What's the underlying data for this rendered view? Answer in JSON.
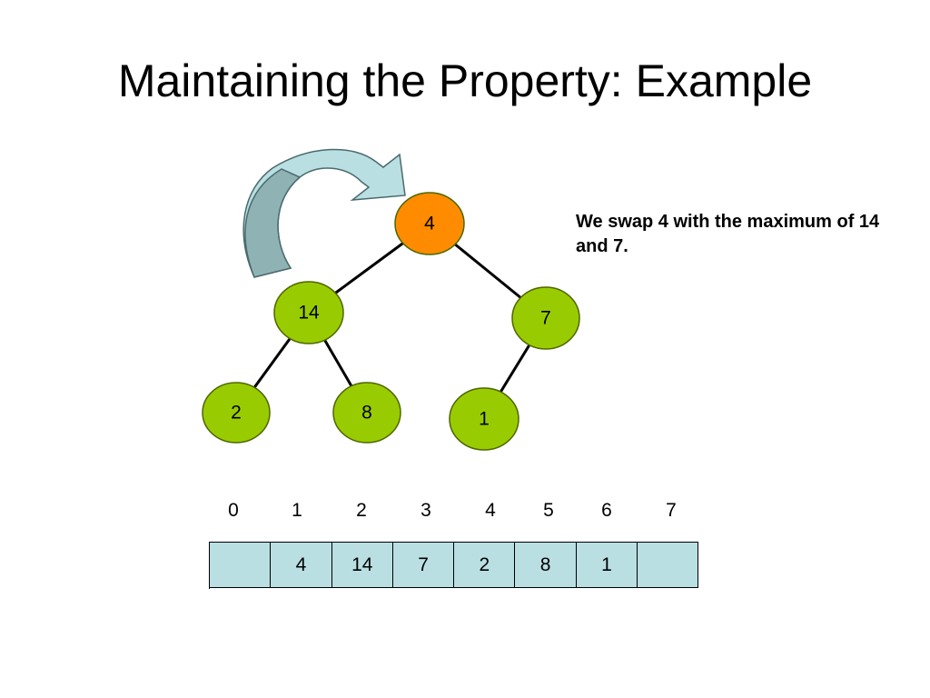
{
  "title": "Maintaining the Property: Example",
  "note": "We swap 4 with the maximum of 14 and 7.",
  "tree": {
    "nodes": [
      {
        "id": "root",
        "label": "4",
        "highlight": true
      },
      {
        "id": "left",
        "label": "14",
        "highlight": false
      },
      {
        "id": "right",
        "label": "7",
        "highlight": false
      },
      {
        "id": "left-left",
        "label": "2",
        "highlight": false
      },
      {
        "id": "left-right",
        "label": "8",
        "highlight": false
      },
      {
        "id": "right-left",
        "label": "1",
        "highlight": false
      }
    ],
    "edges": [
      [
        "root",
        "left"
      ],
      [
        "root",
        "right"
      ],
      [
        "left",
        "left-left"
      ],
      [
        "left",
        "left-right"
      ],
      [
        "right",
        "right-left"
      ]
    ]
  },
  "array": {
    "indices": [
      "0",
      "1",
      "2",
      "3",
      "4",
      "5",
      "6",
      "7"
    ],
    "cells": [
      "",
      "4",
      "14",
      "7",
      "2",
      "8",
      "1",
      ""
    ]
  },
  "colors": {
    "highlight_node": "#ff8c00",
    "normal_node": "#99cc00",
    "node_border": "#4d6600",
    "arrow_fill": "#b9dfe3",
    "arrow_shade": "#8fb2b5",
    "array_fill": "#b9dfe3"
  },
  "icons": {
    "swap_arrow": "curved-arrow-icon"
  }
}
